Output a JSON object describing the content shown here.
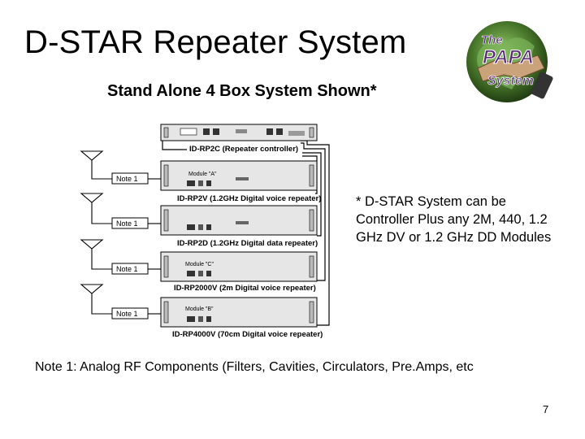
{
  "title": "D-STAR Repeater System",
  "subtitle": "Stand Alone 4 Box System Shown*",
  "logo": {
    "word1": "The",
    "word2": "PAPA",
    "word3": "System"
  },
  "side_note": "* D-STAR System can be Controller Plus any 2M, 440, 1.2 GHz DV or 1.2 GHz DD Modules",
  "footnote": "Note 1: Analog RF Components (Filters, Cavities, Circulators, Pre.Amps, etc",
  "page_number": "7",
  "units": [
    {
      "caption": "ID-RP2C (Repeater controller)",
      "module_label": ""
    },
    {
      "caption": "ID-RP2V (1.2GHz Digital voice repeater)",
      "module_label": "Module \"A\""
    },
    {
      "caption": "ID-RP2D (1.2GHz Digital data repeater)",
      "module_label": ""
    },
    {
      "caption": "ID-RP2000V (2m Digital voice repeater)",
      "module_label": "Module \"C\""
    },
    {
      "caption": "ID-RP4000V (70cm Digital voice repeater)",
      "module_label": "Module \"B\""
    }
  ],
  "note_boxes": [
    "Note 1",
    "Note 1",
    "Note 1",
    "Note 1"
  ],
  "colors": {
    "line": "#000000",
    "panel": "#dddddd",
    "logo_green": "#4a7a2c",
    "logo_purple": "#5a2a78"
  }
}
